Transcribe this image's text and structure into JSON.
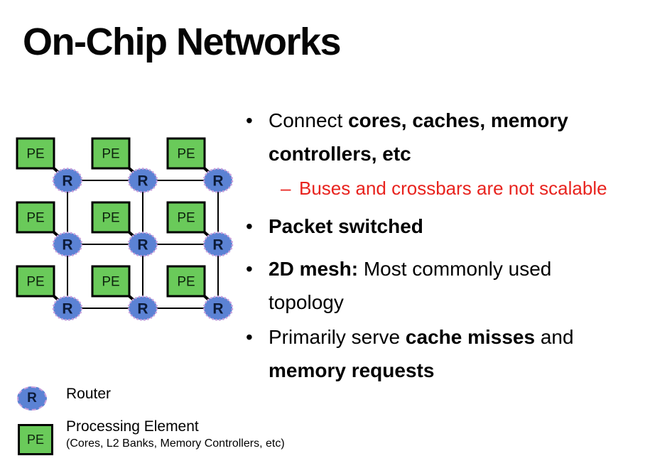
{
  "slide": {
    "title": "On-Chip Networks"
  },
  "colors": {
    "background": "#ffffff",
    "text": "#000000",
    "red_text": "#e8231e",
    "router_fill": "#5b82d4",
    "router_border": "#c79fdb",
    "router_label_text": "#0c1b38",
    "pe_fill": "#6aca5a",
    "pe_border": "#000000",
    "pe_label_text": "#0d230d",
    "link_line": "#000000"
  },
  "bullets": [
    {
      "level": 1,
      "marker": "•",
      "color": "#000000",
      "segments": [
        {
          "text": "Connect ",
          "bold": false
        },
        {
          "text": "cores, caches, memory",
          "bold": true
        },
        {
          "br": true
        },
        {
          "text": "controllers, etc",
          "bold": true
        }
      ]
    },
    {
      "level": 2,
      "marker": "–",
      "color": "#e8231e",
      "segments": [
        {
          "text": "Buses and crossbars are not scalable",
          "bold": false
        }
      ]
    },
    {
      "level": 1,
      "marker": "•",
      "color": "#000000",
      "segments": [
        {
          "text": "Packet switched",
          "bold": true
        }
      ]
    },
    {
      "level": 1,
      "marker": "•",
      "color": "#000000",
      "segments": [
        {
          "text": "2D mesh:",
          "bold": true
        },
        {
          "text": " Most commonly used",
          "bold": false
        },
        {
          "br": true
        },
        {
          "text": "topology",
          "bold": false
        }
      ]
    },
    {
      "level": 1,
      "marker": "•",
      "color": "#000000",
      "segments": [
        {
          "text": "Primarily serve ",
          "bold": false
        },
        {
          "text": "cache misses",
          "bold": true
        },
        {
          "text": " and",
          "bold": false
        },
        {
          "br": true
        },
        {
          "text": "memory requests",
          "bold": true
        }
      ]
    }
  ],
  "diagram": {
    "type": "2d-mesh",
    "rows": 3,
    "cols": 3,
    "router_label": "R",
    "pe_label": "PE"
  },
  "legend": {
    "router_symbol_label": "R",
    "router_text": "Router",
    "pe_symbol_label": "PE",
    "pe_text": "Processing Element",
    "pe_subtext": "(Cores, L2 Banks, Memory Controllers, etc)"
  }
}
